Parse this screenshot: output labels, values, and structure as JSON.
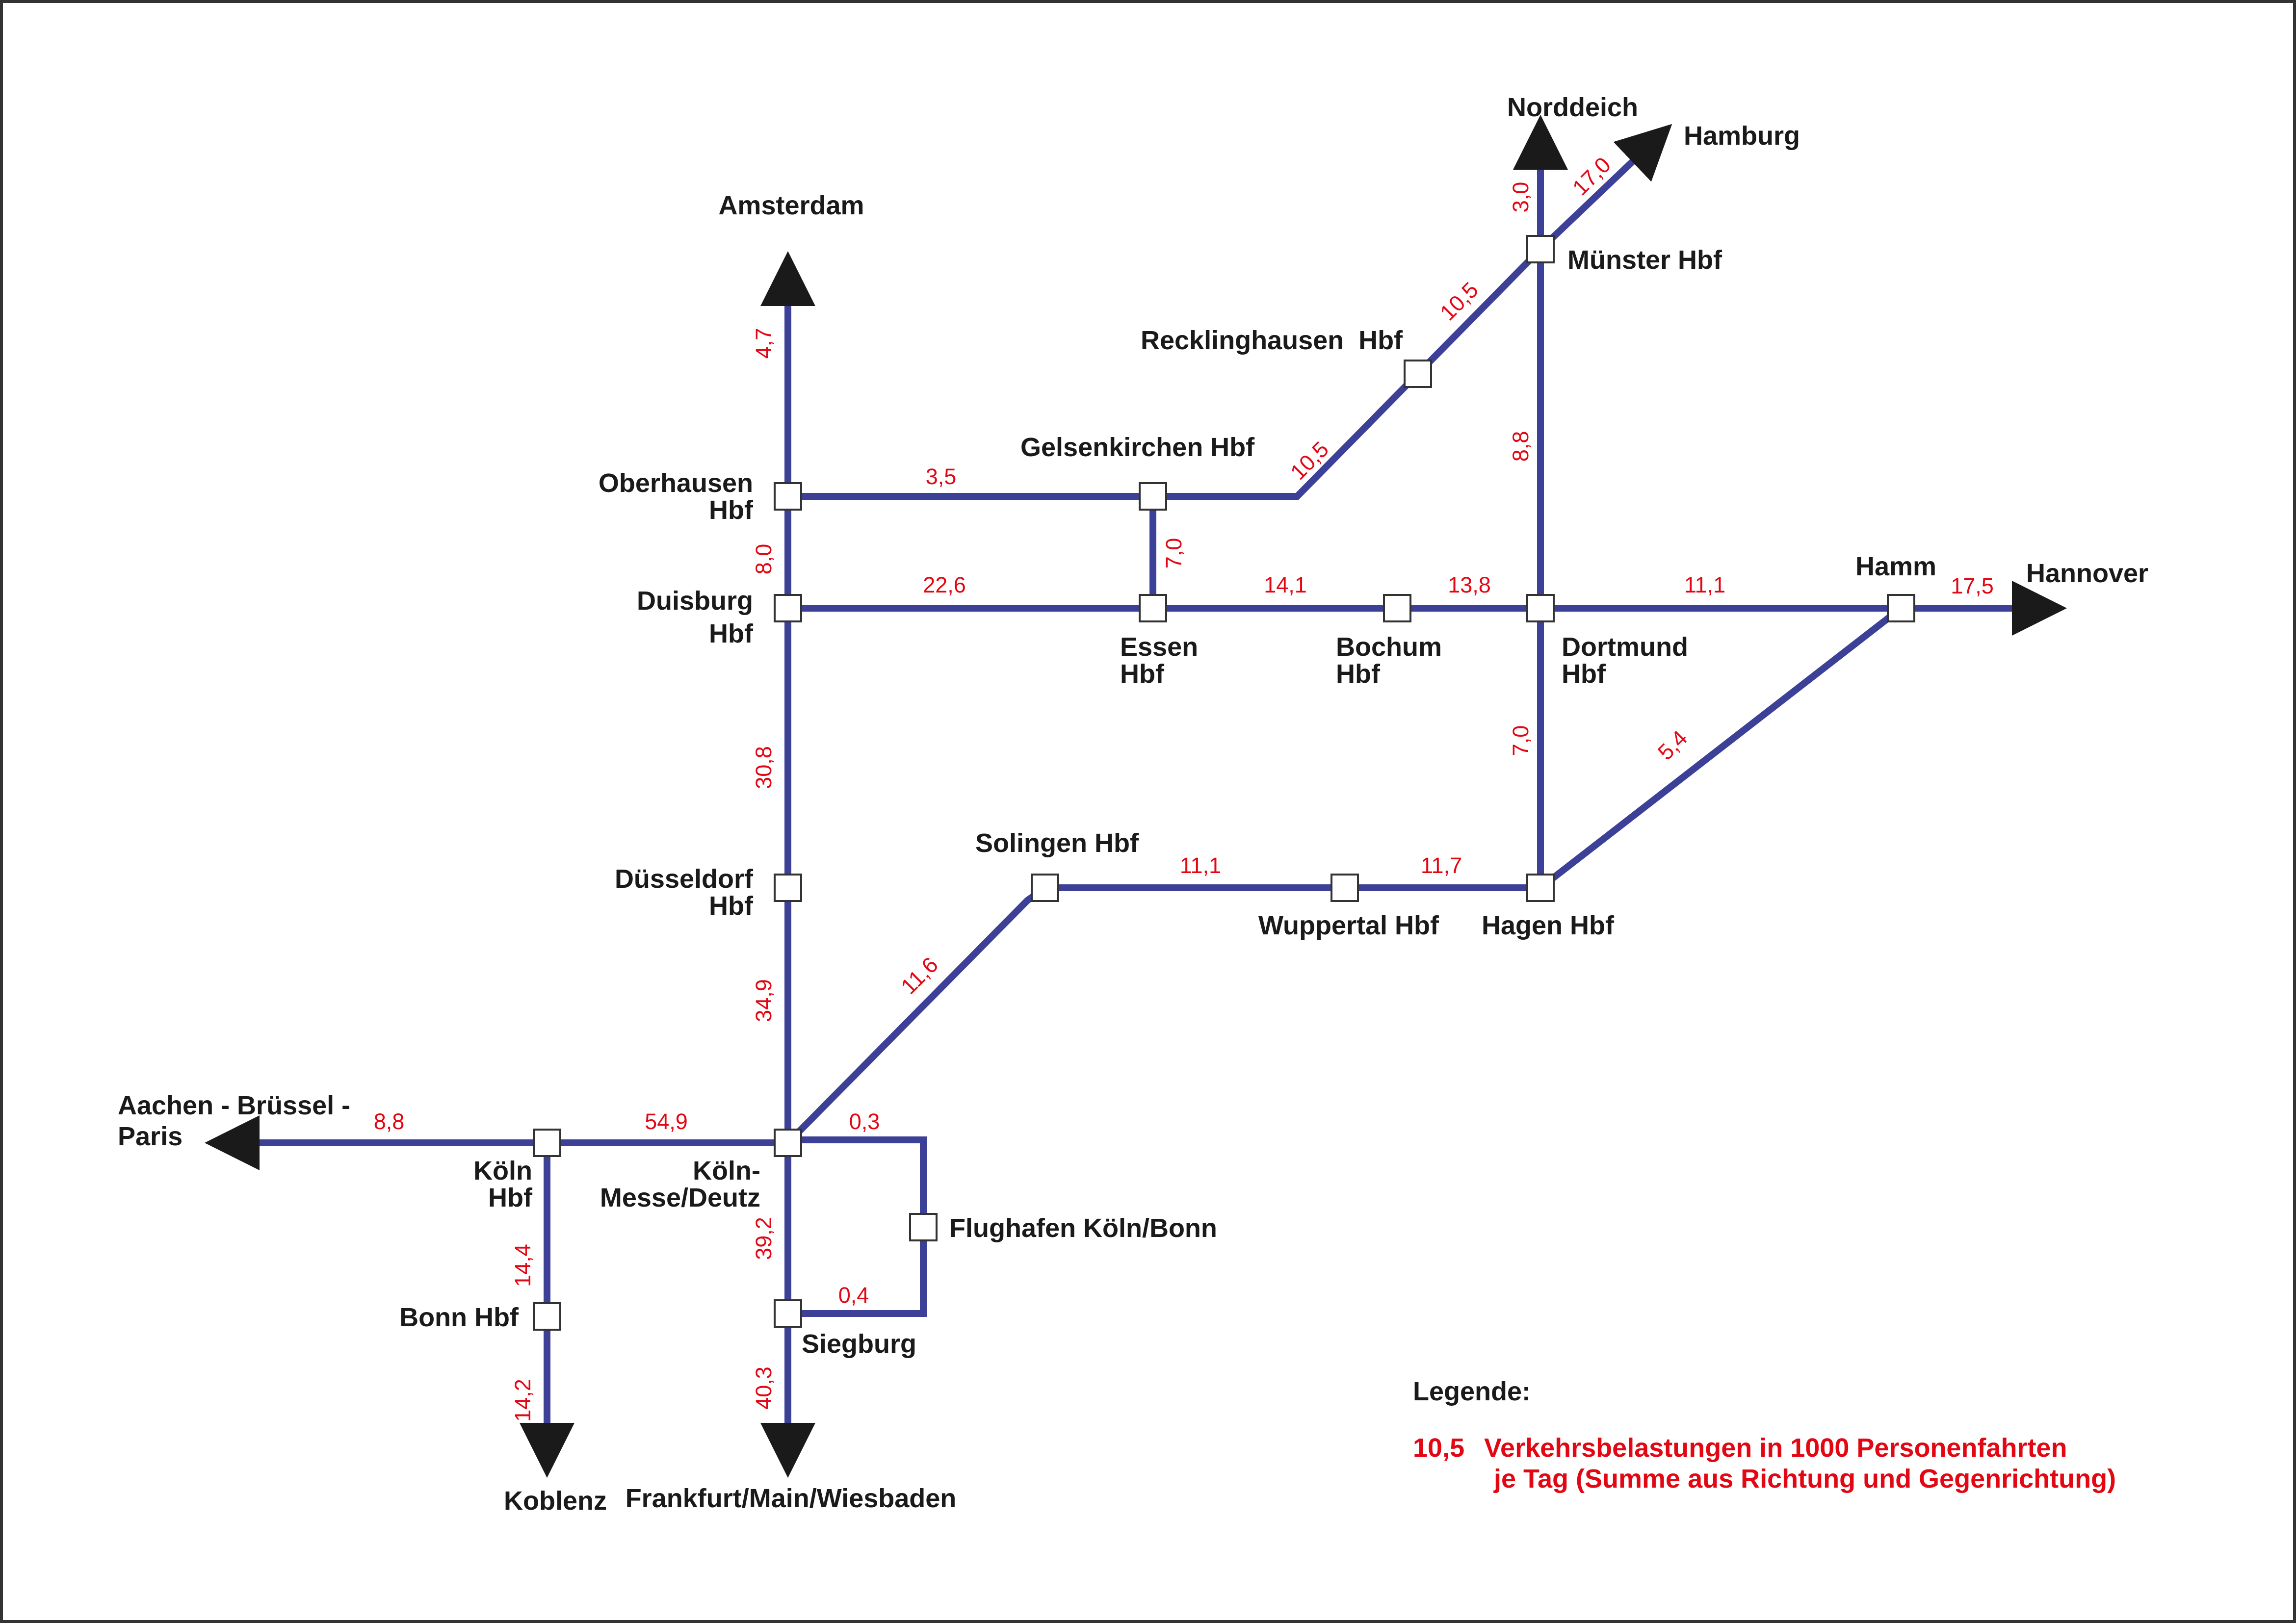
{
  "colors": {
    "line": "#3c4096",
    "station_fill": "#ffffff",
    "station_stroke": "#333333",
    "station_label": "#1a1a1a",
    "load_value": "#e30613",
    "frame": "#333333"
  },
  "stations": {
    "oberhausen": "Oberhausen Hbf",
    "duisburg": "Duisburg Hbf",
    "duesseldorf": "Düsseldorf Hbf",
    "koeln_messe_deutz": "Köln-Messe/Deutz",
    "koeln_hbf": "Köln Hbf",
    "bonn": "Bonn Hbf",
    "siegburg": "Siegburg",
    "flughafen": "Flughafen Köln/Bonn",
    "gelsenkirchen": "Gelsenkirchen Hbf",
    "recklinghausen": "Recklinghausen  Hbf",
    "muenster": "Münster Hbf",
    "essen": "Essen Hbf",
    "bochum": "Bochum Hbf",
    "dortmund": "Dortmund Hbf",
    "hamm": "Hamm",
    "solingen": "Solingen Hbf",
    "wuppertal": "Wuppertal Hbf",
    "hagen": "Hagen Hbf"
  },
  "destinations": {
    "amsterdam": "Amsterdam",
    "norddeich": "Norddeich",
    "hamburg": "Hamburg",
    "hannover": "Hannover",
    "aachen": "Aachen - Brüssel - Paris",
    "koblenz": "Koblenz",
    "frankfurt": "Frankfurt/Main/Wiesbaden"
  },
  "loads": {
    "amsterdam_oberhausen": "4,7",
    "oberhausen_duisburg": "8,0",
    "oberhausen_gelsenkirchen": "3,5",
    "gelsenkirchen_recklinghausen": "10,5",
    "recklinghausen_muenster": "10,5",
    "muenster_norddeich": "3,0",
    "muenster_hamburg": "17,0",
    "muenster_dortmund": "8,8",
    "gelsenkirchen_essen": "7,0",
    "duisburg_essen": "22,6",
    "essen_bochum": "14,1",
    "bochum_dortmund": "13,8",
    "dortmund_hamm": "11,1",
    "hamm_hannover": "17,5",
    "dortmund_hagen": "7,0",
    "hagen_hamm": "5,4",
    "duisburg_duesseldorf": "30,8",
    "duesseldorf_koeln": "34,9",
    "koeln_solingen": "11,6",
    "solingen_wuppertal": "11,1",
    "wuppertal_hagen": "11,7",
    "koelnhbf_aachen": "8,8",
    "koelnhbf_messe": "54,9",
    "messe_flughafen": "0,3",
    "siegburg_flughafen": "0,4",
    "messe_siegburg": "39,2",
    "siegburg_frankfurt": "40,3",
    "koelnhbf_bonn": "14,4",
    "bonn_koblenz": "14,2"
  },
  "legend": {
    "title": "Legende:",
    "sample_value": "10,5",
    "line1": "Verkehrsbelastungen in 1000 Personenfahrten",
    "line2": "je Tag (Summe aus Richtung und Gegenrichtung)"
  }
}
